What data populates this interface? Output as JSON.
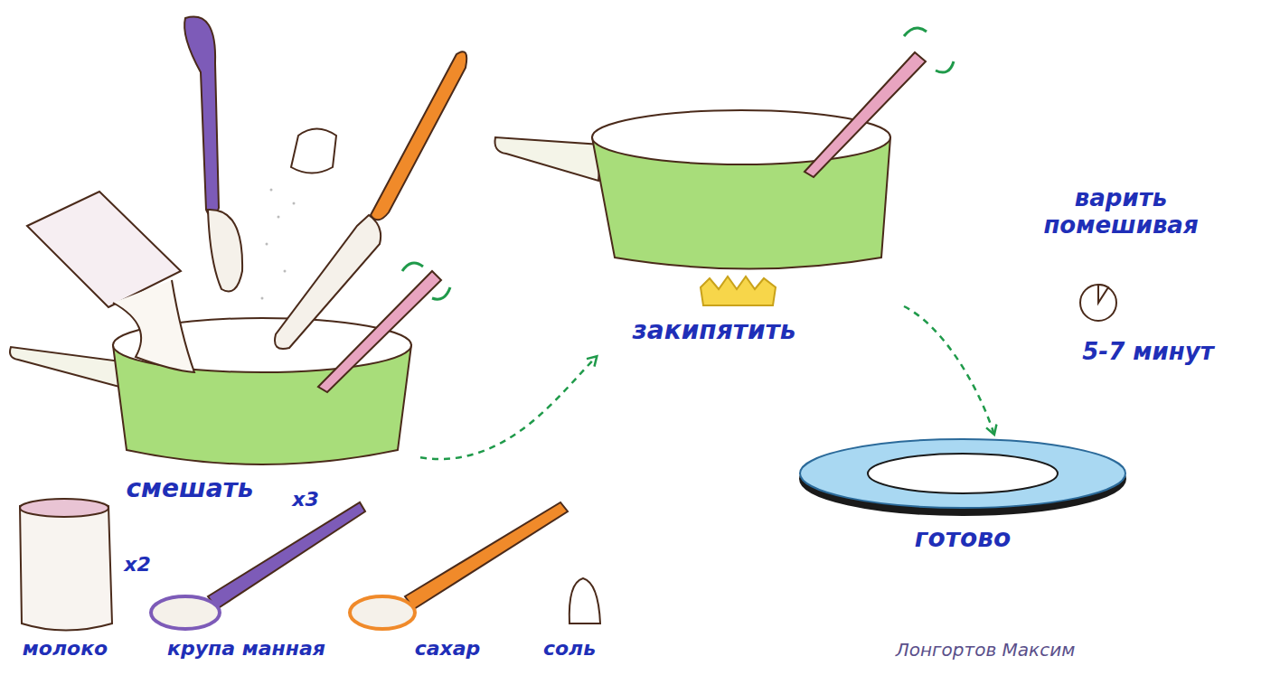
{
  "diagram": {
    "nodes": [
      {
        "text": [
          "смешать"
        ]
      },
      {
        "text": [
          "закипятить"
        ]
      },
      {
        "text": [
          "готово"
        ]
      }
    ],
    "edges": [
      {
        "from": 0,
        "to": 1,
        "arrow": "to"
      },
      {
        "from": 1,
        "to": 2,
        "arrow": "to"
      }
    ],
    "labels": [
      "варить помешивая",
      "5-7 минут",
      "молоко",
      "x2",
      "крупа манная",
      "x3",
      "сахар",
      "соль",
      "Лонгортов Максим"
    ]
  }
}
